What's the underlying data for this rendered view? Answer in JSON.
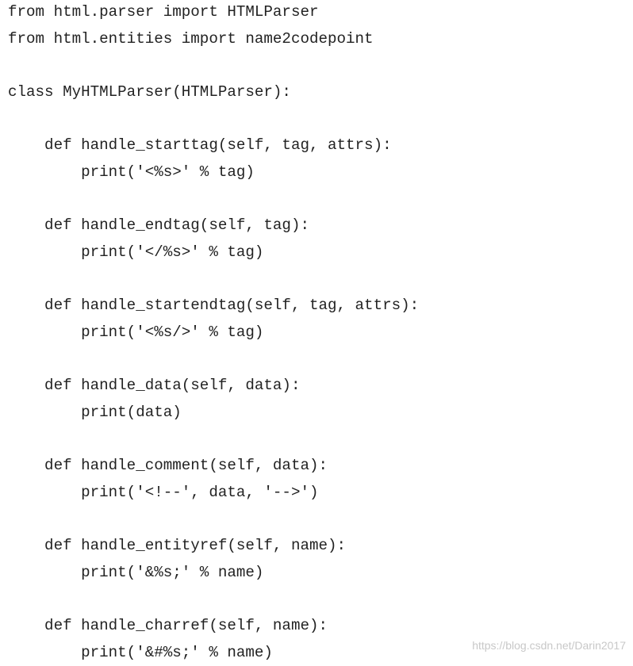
{
  "code": {
    "lines": [
      "from html.parser import HTMLParser",
      "from html.entities import name2codepoint",
      "",
      "class MyHTMLParser(HTMLParser):",
      "",
      "    def handle_starttag(self, tag, attrs):",
      "        print('<%s>' % tag)",
      "",
      "    def handle_endtag(self, tag):",
      "        print('</%s>' % tag)",
      "",
      "    def handle_startendtag(self, tag, attrs):",
      "        print('<%s/>' % tag)",
      "",
      "    def handle_data(self, data):",
      "        print(data)",
      "",
      "    def handle_comment(self, data):",
      "        print('<!--', data, '-->')",
      "",
      "    def handle_entityref(self, name):",
      "        print('&%s;' % name)",
      "",
      "    def handle_charref(self, name):",
      "        print('&#%s;' % name)"
    ]
  },
  "watermark": {
    "text": "https://blog.csdn.net/Darin2017"
  }
}
